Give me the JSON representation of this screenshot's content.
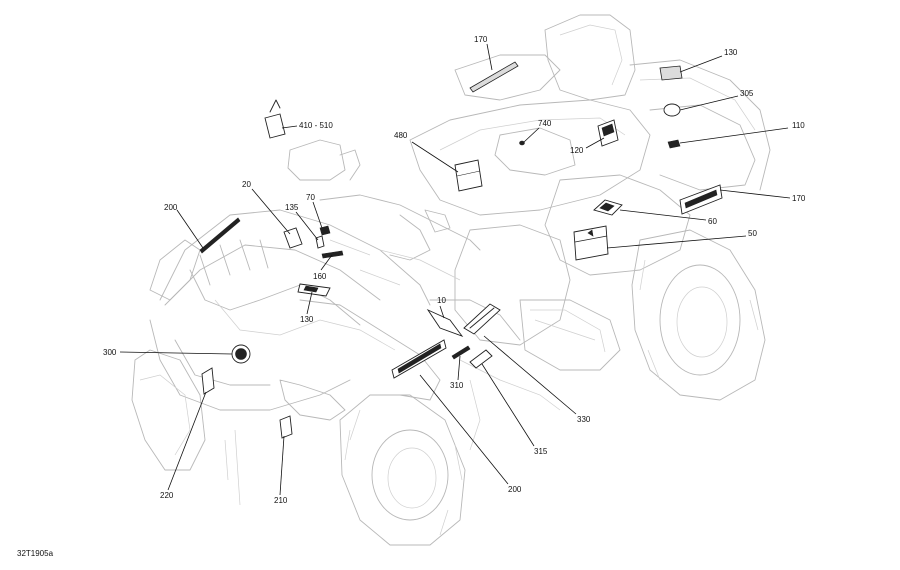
{
  "diagram_code": "32T1905a",
  "callouts": [
    {
      "id": "c170a",
      "text": "170"
    },
    {
      "id": "c130a",
      "text": "130"
    },
    {
      "id": "c305",
      "text": "305"
    },
    {
      "id": "c110",
      "text": "110"
    },
    {
      "id": "c170b",
      "text": "170"
    },
    {
      "id": "c60",
      "text": "60"
    },
    {
      "id": "c50",
      "text": "50"
    },
    {
      "id": "c410",
      "text": "410 - 510"
    },
    {
      "id": "c740",
      "text": "740"
    },
    {
      "id": "c480",
      "text": "480"
    },
    {
      "id": "c120",
      "text": "120"
    },
    {
      "id": "c20",
      "text": "20"
    },
    {
      "id": "c70",
      "text": "70"
    },
    {
      "id": "c135",
      "text": "135"
    },
    {
      "id": "c200a",
      "text": "200"
    },
    {
      "id": "c160",
      "text": "160"
    },
    {
      "id": "c130b",
      "text": "130"
    },
    {
      "id": "c10",
      "text": "10"
    },
    {
      "id": "c300",
      "text": "300"
    },
    {
      "id": "c310",
      "text": "310"
    },
    {
      "id": "c330",
      "text": "330"
    },
    {
      "id": "c315",
      "text": "315"
    },
    {
      "id": "c200b",
      "text": "200"
    },
    {
      "id": "c220",
      "text": "220"
    },
    {
      "id": "c210",
      "text": "210"
    }
  ]
}
